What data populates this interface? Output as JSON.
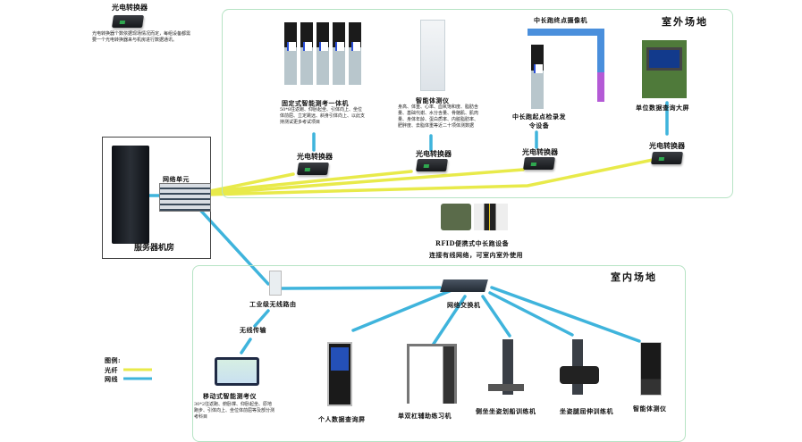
{
  "zones": {
    "outdoor": {
      "title": "室外场地"
    },
    "indoor": {
      "title": "室内场地"
    },
    "server_room": {
      "title": "服务器机房"
    }
  },
  "converter_note": {
    "title": "光电转换器",
    "description": "光电转换器个数依据现场情况而定，每组设备都需要一个光电转换器来与机房进行数据通讯。"
  },
  "outdoor_devices": [
    {
      "name": "固定式智能测考一体机",
      "description": "50*8往返跑、仰卧起坐、引体向上、坐位体前屈、立定跳远、斜身引体向上、以此支持测试更多考试项目",
      "converter_label": "光电转换器"
    },
    {
      "name": "智能体测仪",
      "description": "身高、体重、心率、血氧饱和度、脂肪含量、基础代谢、水分含量、骨骼肌、肌肉量、身体年龄、蛋白质率、内脏脂肪率、肥胖度、去脂体重等近二十项体测数据",
      "converter_label": "光电转换器"
    },
    {
      "name": "中长跑起点检录发令设备",
      "top_label": "中长跑终点摄像机",
      "converter_label": "光电转换器"
    },
    {
      "name": "单位数据查询大屏",
      "converter_label": "光电转换器"
    }
  ],
  "network_unit": {
    "label": "网络单元"
  },
  "rfid": {
    "line1": "RFID便携式中长跑设备",
    "line2": "连接有线网络，可室内室外使用"
  },
  "router": {
    "label": "工业级无线路由",
    "wireless": "无线传输"
  },
  "switch": {
    "label": "网络交换机"
  },
  "indoor_devices": [
    {
      "name": "移动式智能测考仪",
      "description": "30*2往返跑、俯卧撑、仰卧起坐、原地跑步、引体向上、坐位体前屈等及部分测考科目"
    },
    {
      "name": "个人数据查询屏"
    },
    {
      "name": "单双杠辅助练习机"
    },
    {
      "name": "侧坐坐姿划船训练机"
    },
    {
      "name": "坐姿腿屈伸训练机"
    },
    {
      "name": "智能体测仪"
    }
  ],
  "legend": {
    "title": "图例:",
    "items": [
      {
        "label": "光纤",
        "color": "#e8ea4a"
      },
      {
        "label": "网线",
        "color": "#3fb4dc"
      }
    ]
  }
}
